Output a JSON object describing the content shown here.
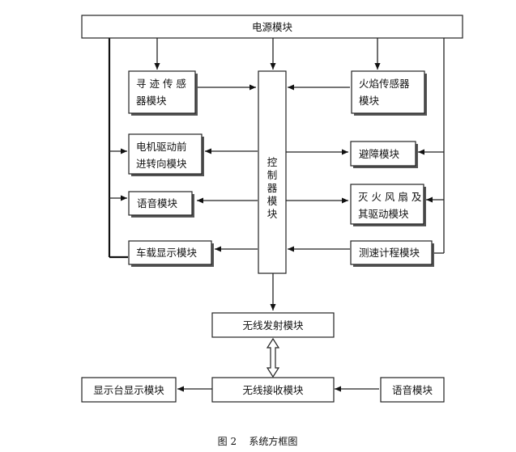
{
  "diagram": {
    "power": "电源模块",
    "seek_sensor": [
      "寻 迹 传 感",
      "器模块"
    ],
    "flame_sensor": [
      "火焰传感器",
      "模块"
    ],
    "motor": [
      "电机驱动前",
      "进转向模块"
    ],
    "obstacle": "避障模块",
    "voice": "语音模块",
    "fan": [
      "灭 火 风 扇 及",
      "其驱动模块"
    ],
    "display": "车载显示模块",
    "speed": "测速计程模块",
    "controller": [
      "控",
      "制",
      "器",
      "模",
      "块"
    ],
    "wireless_tx": "无线发射模块",
    "wireless_rx": "无线接收模块",
    "station_display": "显示台显示模块",
    "station_voice": "语音模块"
  },
  "caption": "图 2    系统方框图"
}
